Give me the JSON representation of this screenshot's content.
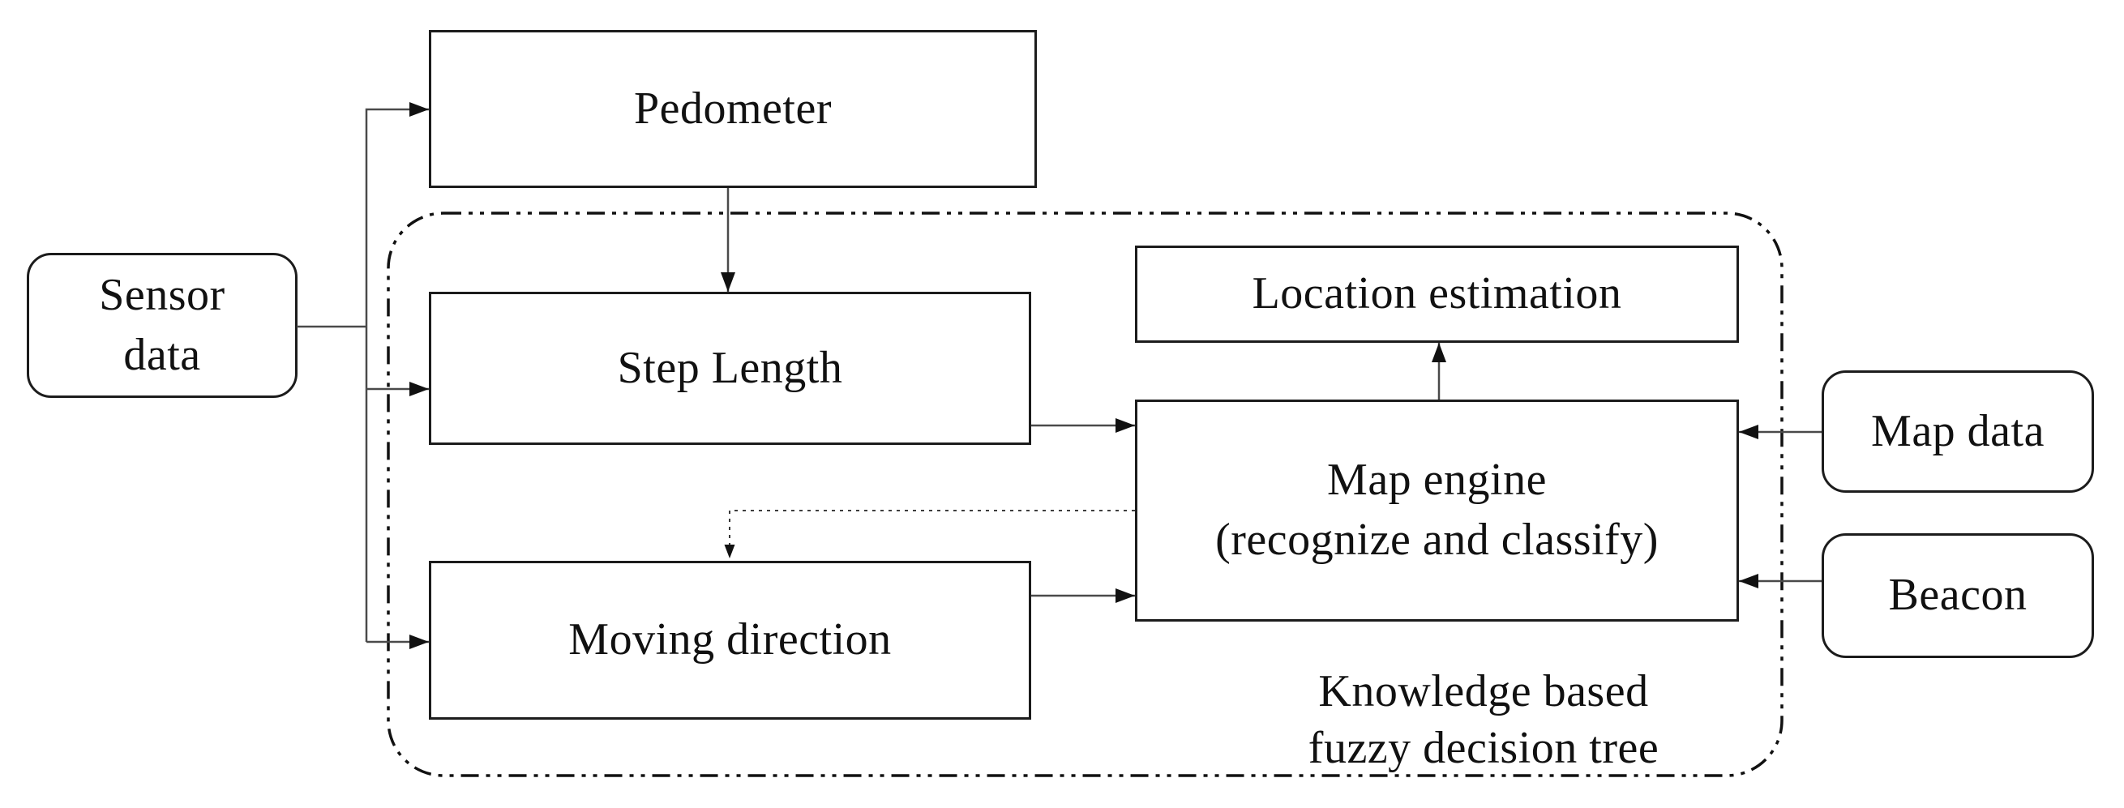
{
  "nodes": {
    "sensor_data": {
      "label": "Sensor\ndata",
      "shape": "rounded"
    },
    "pedometer": {
      "label": "Pedometer",
      "shape": "rect"
    },
    "step_length": {
      "label": "Step Length",
      "shape": "rect"
    },
    "moving_direction": {
      "label": "Moving direction",
      "shape": "rect"
    },
    "location_estimation": {
      "label": "Location estimation",
      "shape": "rect"
    },
    "map_engine": {
      "label": "Map engine\n(recognize and classify)",
      "shape": "rect"
    },
    "map_data": {
      "label": "Map data",
      "shape": "rounded"
    },
    "beacon": {
      "label": "Beacon",
      "shape": "rounded"
    }
  },
  "container": {
    "label": "Knowledge based\nfuzzy decision tree",
    "border_style": "dash-dot-dot rounded rectangle"
  },
  "edges": [
    {
      "from": "sensor_data",
      "to": "pedometer",
      "style": "solid-arrow"
    },
    {
      "from": "sensor_data",
      "to": "step_length",
      "style": "solid-arrow"
    },
    {
      "from": "sensor_data",
      "to": "moving_direction",
      "style": "solid-arrow"
    },
    {
      "from": "pedometer",
      "to": "step_length",
      "style": "solid-arrow"
    },
    {
      "from": "step_length",
      "to": "map_engine",
      "style": "solid-arrow"
    },
    {
      "from": "moving_direction",
      "to": "map_engine",
      "style": "solid-arrow"
    },
    {
      "from": "map_engine",
      "to": "location_estimation",
      "style": "solid-arrow"
    },
    {
      "from": "map_data",
      "to": "map_engine",
      "style": "solid-arrow"
    },
    {
      "from": "beacon",
      "to": "map_engine",
      "style": "solid-arrow"
    },
    {
      "from": "map_engine",
      "to": "moving_direction",
      "style": "dotted-arrow"
    }
  ],
  "colors": {
    "background": "#ffffff",
    "box_border": "#1c1c1c",
    "line": "#4a4a4a",
    "arrowhead": "#111111",
    "text": "#111111"
  }
}
